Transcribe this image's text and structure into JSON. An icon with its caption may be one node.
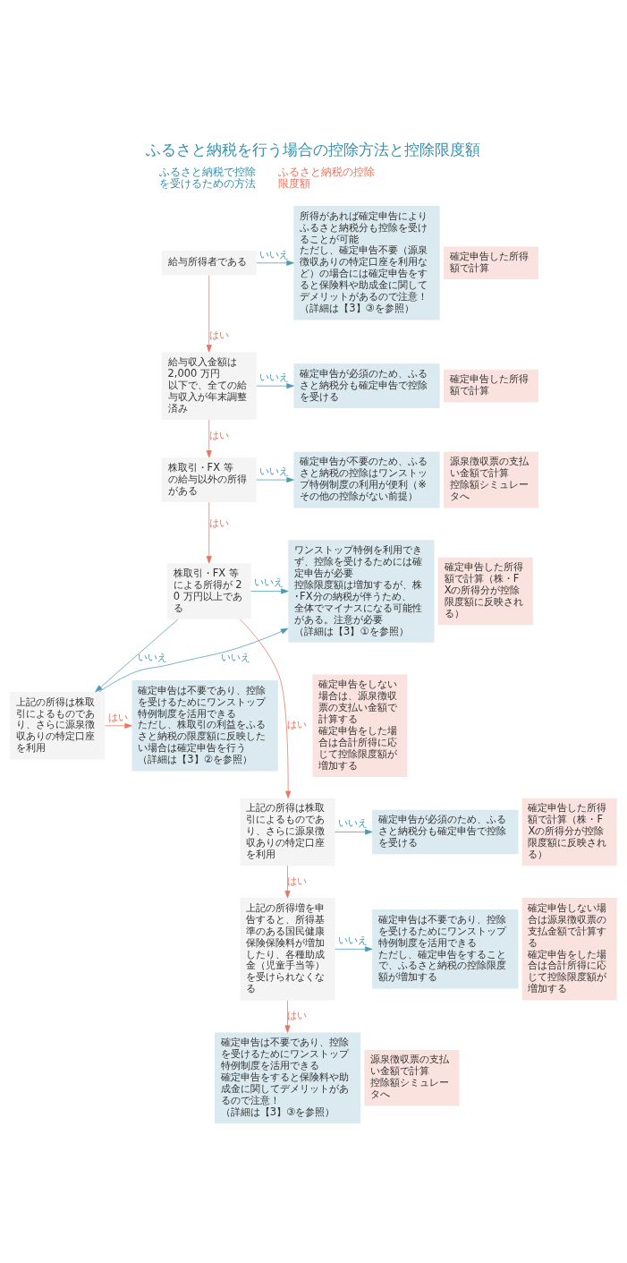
{
  "diagram": {
    "title": "ふるさと納税を行う場合の控除方法と控除限度額",
    "nodes": [
      {
        "text": [
          "給与所得者である"
        ]
      },
      {
        "text": [
          "所得があれば確定申告によりふるさと納税分も控除を受けることが可能",
          "ただし、確定申告不要（源泉徴収ありの特定口座を利用など）の場合には確定申告をすると保険料や助成金に関してデメリットがあるので注意！",
          "（詳細は【3】③を参照）"
        ]
      },
      {
        "text": [
          "確定申告した所得額で計算"
        ]
      },
      {
        "text": [
          "給与収入金額は 2,000 万円以下で、全ての給与収入が年末調整済み"
        ]
      },
      {
        "text": [
          "確定申告が必須のため、ふるさと納税分も確定申告で控除を受ける"
        ]
      },
      {
        "text": [
          "確定申告した所得額で計算"
        ]
      },
      {
        "text": [
          "株取引・FX 等の給与以外の所得がある"
        ]
      },
      {
        "text": [
          "確定申告が不要のため、ふるさと納税の控除はワンストップ特例制度の利用が便利（※その他の控除がない前提）"
        ]
      },
      {
        "text": [
          "源泉徴収票の支払い金額で計算",
          "控除額シミュレータへ"
        ]
      },
      {
        "text": [
          "株取引・FX 等による所得が 20 万円以上である"
        ]
      },
      {
        "text": [
          "ワンストップ特例を利用できず、控除を受けるためには確定申告が必要",
          "控除限度額は増加するが、株･FX分の納税が伴うため、全体でマイナスになる可能性がある。注意が必要",
          "（詳細は【3】①を参照）"
        ]
      },
      {
        "text": [
          "確定申告した所得額で計算（株・FXの所得分が控除限度額に反映される）"
        ]
      },
      {
        "text": [
          "上記の所得は株取引によるものであり、さらに源泉徴収ありの特定口座を利用"
        ]
      },
      {
        "text": [
          "確定申告は不要であり、控除を受けるためにワンストップ特例制度を活用できる",
          "ただし、株取引の利益をふるさと納税の限度額に反映したい場合は確定申告を行う",
          "（詳細は【3】②を参照）"
        ]
      },
      {
        "text": [
          "確定申告をしない場合は、源泉徴収票の支払い金額で計算する",
          "確定申告をした場合は合計所得に応じて控除限度額が増加する"
        ]
      },
      {
        "text": [
          "上記の所得は株取引によるものであり、さらに源泉徴収ありの特定口座を利用"
        ]
      },
      {
        "text": [
          "確定申告が必須のため、ふるさと納税分も確定申告で控除を受ける"
        ]
      },
      {
        "text": [
          "確定申告した所得額で計算（株・FXの所得分が控除限度額に反映される）"
        ]
      },
      {
        "text": [
          "上記の所得増を申告すると、所得基準のある国民健康保険保険料が増加したり、各種助成金（児童手当等）を受けられなくなる"
        ]
      },
      {
        "text": [
          "確定申告は不要であり、控除を受けるためにワンストップ特例制度を活用できる",
          "ただし、確定申告をすることで、ふるさと納税の控除限度額が増加する"
        ]
      },
      {
        "text": [
          "確定申告しない場合は源泉徴収票の支払金額で計算する",
          "確定申告をした場合は合計所得に応じて控除限度額が増加する"
        ]
      },
      {
        "text": [
          "確定申告は不要であり、控除を受けるためにワンストップ特例制度を活用できる",
          "確定申告をすると保険料や助成金に関してデメリットがあるので注意！",
          "（詳細は【3】③を参照）"
        ]
      },
      {
        "text": [
          "源泉徴収票の支払い金額で計算",
          "控除額シミュレータへ"
        ]
      }
    ],
    "edges": [
      {
        "from": 0,
        "to": 1,
        "arrow": "to",
        "label": "いいえ",
        "color": "#4a9bb5"
      },
      {
        "from": 0,
        "to": 3,
        "arrow": "to",
        "label": "はい",
        "color": "#e8765f"
      },
      {
        "from": 3,
        "to": 4,
        "arrow": "to",
        "label": "いいえ",
        "color": "#4a9bb5"
      },
      {
        "from": 3,
        "to": 6,
        "arrow": "to",
        "label": "はい",
        "color": "#e8765f"
      },
      {
        "from": 6,
        "to": 7,
        "arrow": "to",
        "label": "いいえ",
        "color": "#4a9bb5"
      },
      {
        "from": 6,
        "to": 9,
        "arrow": "to",
        "label": "はい",
        "color": "#e8765f"
      },
      {
        "from": 9,
        "to": 10,
        "arrow": "to",
        "label": "いいえ",
        "color": "#4a9bb5"
      },
      {
        "from": 9,
        "to": 12,
        "arrow": "to",
        "label": "いいえ",
        "color": "#4a9bb5"
      },
      {
        "from": 9,
        "to": 15,
        "arrow": "to",
        "label": "はい",
        "color": "#e8765f"
      },
      {
        "from": 12,
        "to": 10,
        "arrow": "to",
        "label": "いいえ",
        "color": "#4a9bb5"
      },
      {
        "from": 12,
        "to": 13,
        "arrow": "to",
        "label": "はい",
        "color": "#e8765f"
      },
      {
        "from": 15,
        "to": 16,
        "arrow": "to",
        "label": "いいえ",
        "color": "#4a9bb5"
      },
      {
        "from": 15,
        "to": 18,
        "arrow": "to",
        "label": "はい",
        "color": "#e8765f"
      },
      {
        "from": 18,
        "to": 19,
        "arrow": "to",
        "label": "いいえ",
        "color": "#4a9bb5"
      },
      {
        "from": 18,
        "to": 21,
        "arrow": "to",
        "label": "はい",
        "color": "#e8765f"
      }
    ],
    "labels": [
      "ふるさと納税で控除を受けるための方法",
      "ふるさと納税の控除限度額"
    ]
  }
}
